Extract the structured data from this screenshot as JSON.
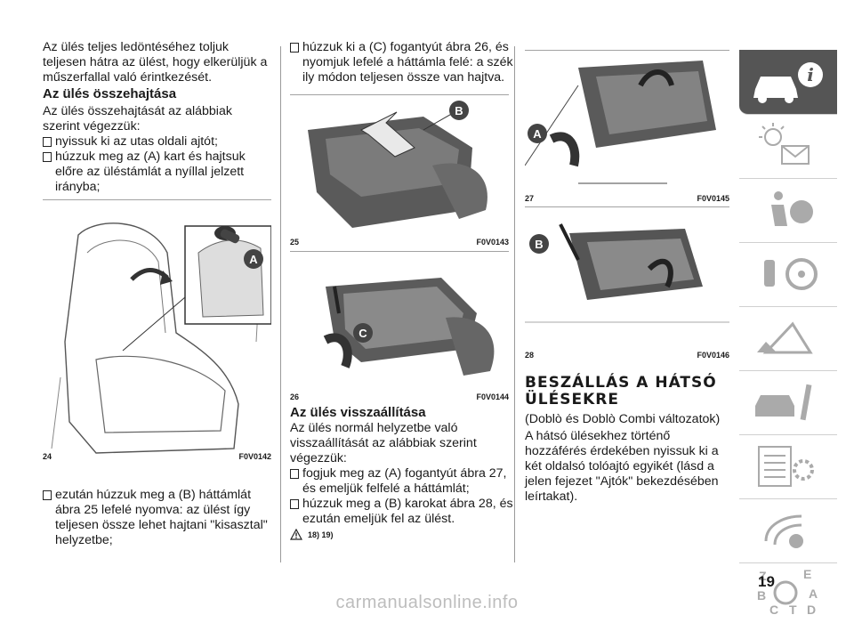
{
  "col1": {
    "intro": "Az ülés teljes ledöntéséhez toljuk teljesen hátra az ülést, hogy elkerüljük a műszerfallal való érintkezését.",
    "heading": "Az ülés összehajtása",
    "lead": "Az ülés összehajtását az alábbiak szerint végezzük:",
    "bullets": [
      "nyissuk ki az utas oldali ajtót;",
      "húzzuk meg az (A) kart és hajtsuk előre az üléstámlát a nyíllal jelzett irányba;"
    ],
    "fig_num": "24",
    "fig_code": "F0V0142",
    "callout": "A",
    "after_bullet": "ezután húzzuk meg a (B) háttámlát ábra 25 lefelé nyomva: az ülést így teljesen össze lehet hajtani \"kisasztal\" helyzetbe;"
  },
  "col2": {
    "bullet_top": "húzzuk ki a (C) fogantyút ábra 26, és nyomjuk lefelé a háttámla felé: a szék ily módon teljesen össze van hajtva.",
    "fig25_num": "25",
    "fig25_code": "F0V0143",
    "fig25_callout": "B",
    "fig26_num": "26",
    "fig26_code": "F0V0144",
    "fig26_callout": "C",
    "heading": "Az ülés visszaállítása",
    "lead": "Az ülés normál helyzetbe való visszaállítását az alábbiak szerint végezzük:",
    "bullets": [
      "fogjuk meg az (A) fogantyút ábra 27, és emeljük felfelé a háttámlát;",
      "húzzuk meg a (B) karokat ábra 28, és ezután emeljük fel az ülést."
    ],
    "warn_refs": "18)  19)"
  },
  "col3": {
    "fig27_num": "27",
    "fig27_code": "F0V0145",
    "fig27_callout": "A",
    "fig28_num": "28",
    "fig28_code": "F0V0146",
    "fig28_callout": "B",
    "heading_l1": "BESZÁLLÁS A HÁTSÓ",
    "heading_l2": "ÜLÉSEKRE",
    "subtitle": "(Doblò és Doblò Combi változatok)",
    "body": "A hátsó ülésekhez történő hozzáférés érdekében nyissuk ki a két oldalsó tolóajtó egyikét (lásd a jelen fejezet \"Ajtók\" bekezdésében leírtakat)."
  },
  "sidebar": {
    "icons": [
      "car-info-icon",
      "sun-envelope-icon",
      "airbag-icon",
      "key-steering-icon",
      "warning-triangle-icon",
      "car-wrench-icon",
      "list-gear-icon",
      "music-nav-icon",
      "index-letters-icon"
    ],
    "index_letters": [
      "Z",
      "E",
      "B",
      "A",
      "C",
      "T",
      "D"
    ],
    "info_letter": "i"
  },
  "page_number": "19",
  "watermark": "carmanualsonline.info"
}
